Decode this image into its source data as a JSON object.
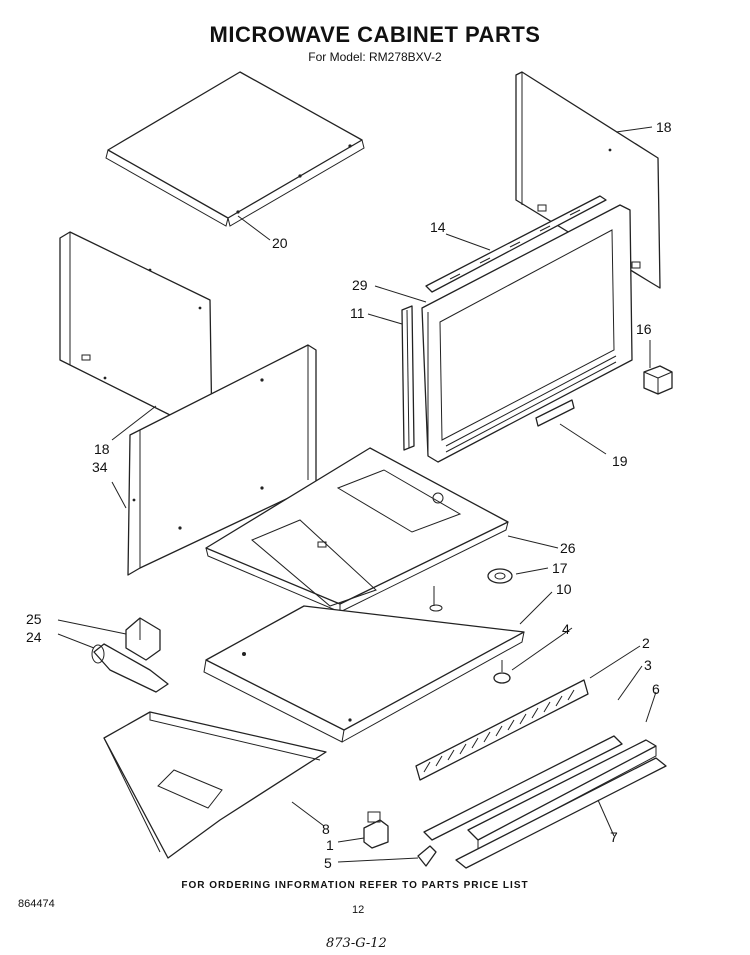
{
  "header": {
    "title": "MICROWAVE CABINET PARTS",
    "model": "For Model: RM278BXV-2"
  },
  "callouts": {
    "c18a": "18",
    "c14": "14",
    "c20": "20",
    "c29": "29",
    "c11": "11",
    "c16": "16",
    "c18b": "18",
    "c34": "34",
    "c19": "19",
    "c26": "26",
    "c17": "17",
    "c10": "10",
    "c25": "25",
    "c24": "24",
    "c4": "4",
    "c2": "2",
    "c3": "3",
    "c6": "6",
    "c8": "8",
    "c1": "1",
    "c5": "5",
    "c7": "7"
  },
  "footer": {
    "ordering_note": "FOR ORDERING INFORMATION REFER TO PARTS PRICE LIST",
    "doc_number": "864474",
    "page_number": "12",
    "handwritten": "873-G-12"
  }
}
